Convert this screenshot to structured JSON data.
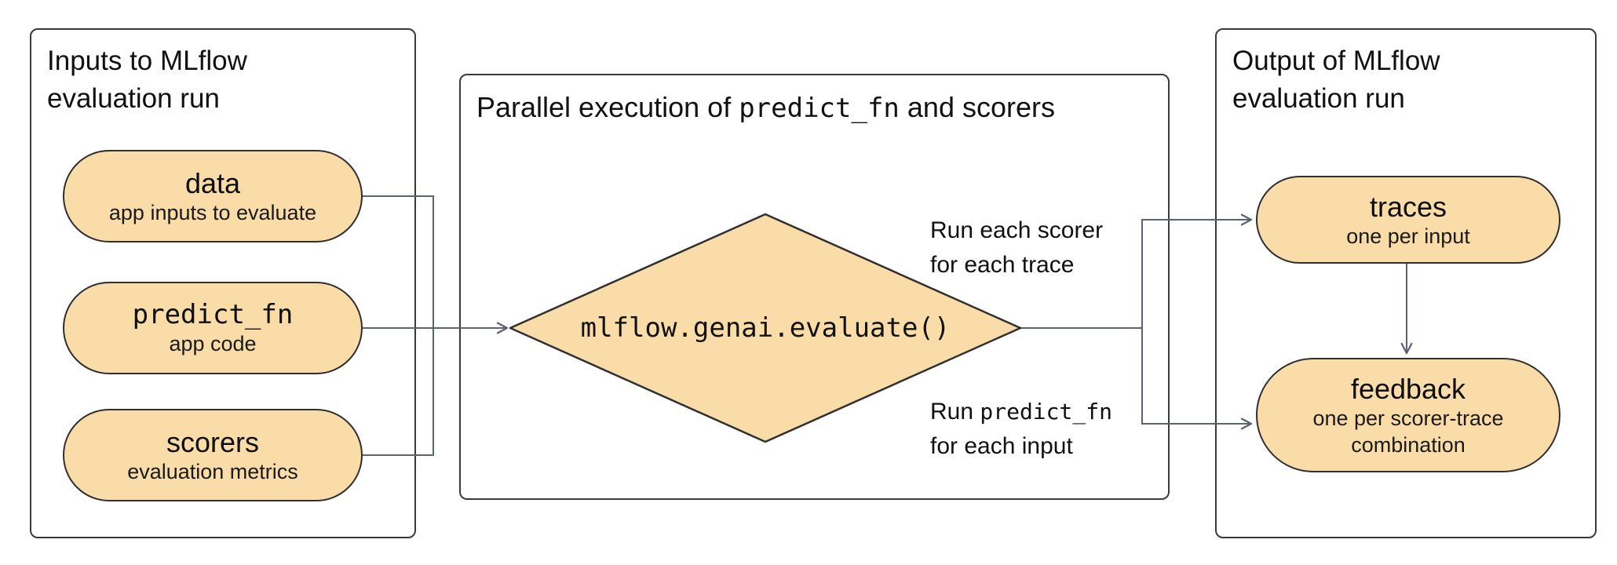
{
  "colors": {
    "node_fill": "#FADCA8",
    "node_border": "#303030",
    "panel_border": "#3a3a3a",
    "wire": "#5a6472",
    "text": "#121212"
  },
  "left_panel": {
    "title": "Inputs to MLflow evaluation run",
    "nodes": [
      {
        "label": "data",
        "sublabel": "app inputs to evaluate"
      },
      {
        "label": "predict_fn",
        "sublabel": "app code"
      },
      {
        "label": "scorers",
        "sublabel": "evaluation metrics"
      }
    ]
  },
  "center_panel": {
    "title_prefix": "Parallel execution of ",
    "title_code": "predict_fn",
    "title_suffix": " and scorers",
    "diamond_label": "mlflow.genai.evaluate()",
    "edge_label_top": {
      "line1": "Run each scorer",
      "line2": "for each trace"
    },
    "edge_label_bottom": {
      "line1_prefix": "Run ",
      "line1_code": "predict_fn",
      "line2": "for each input"
    }
  },
  "right_panel": {
    "title": "Output of MLflow evaluation run",
    "nodes": [
      {
        "label": "traces",
        "sublabel": "one per input"
      },
      {
        "label": "feedback",
        "sublabel": "one per scorer-trace combination"
      }
    ]
  }
}
